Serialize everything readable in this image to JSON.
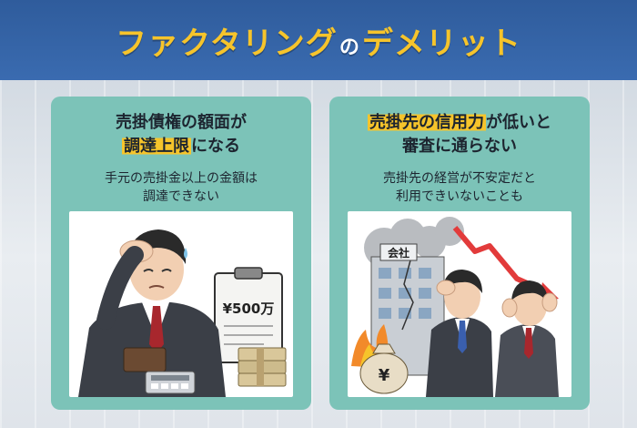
{
  "header": {
    "title_main": "ファクタリング",
    "title_particle": "の",
    "title_tail": "デメリット"
  },
  "left_card": {
    "title_line1": "売掛債権の額面が",
    "title_line2_highlight": "調達上限",
    "title_line2_rest": "になる",
    "subtitle_line1": "手元の売掛金以上の金額は",
    "subtitle_line2": "調達できない",
    "clipboard_amount": "¥500万"
  },
  "right_card": {
    "title_line1_highlight": "売掛先の信用力",
    "title_line1_rest": "が低いと",
    "title_line2": "審査に通らない",
    "subtitle_line1": "売掛先の経営が不安定だと",
    "subtitle_line2": "利用できいないことも",
    "building_sign": "会社",
    "money_bag_symbol": "¥"
  },
  "colors": {
    "header_bg": "#3a6bb0",
    "accent_yellow": "#f6c42b",
    "card_bg": "#7cc3b8",
    "trend_red": "#e23b3b"
  }
}
